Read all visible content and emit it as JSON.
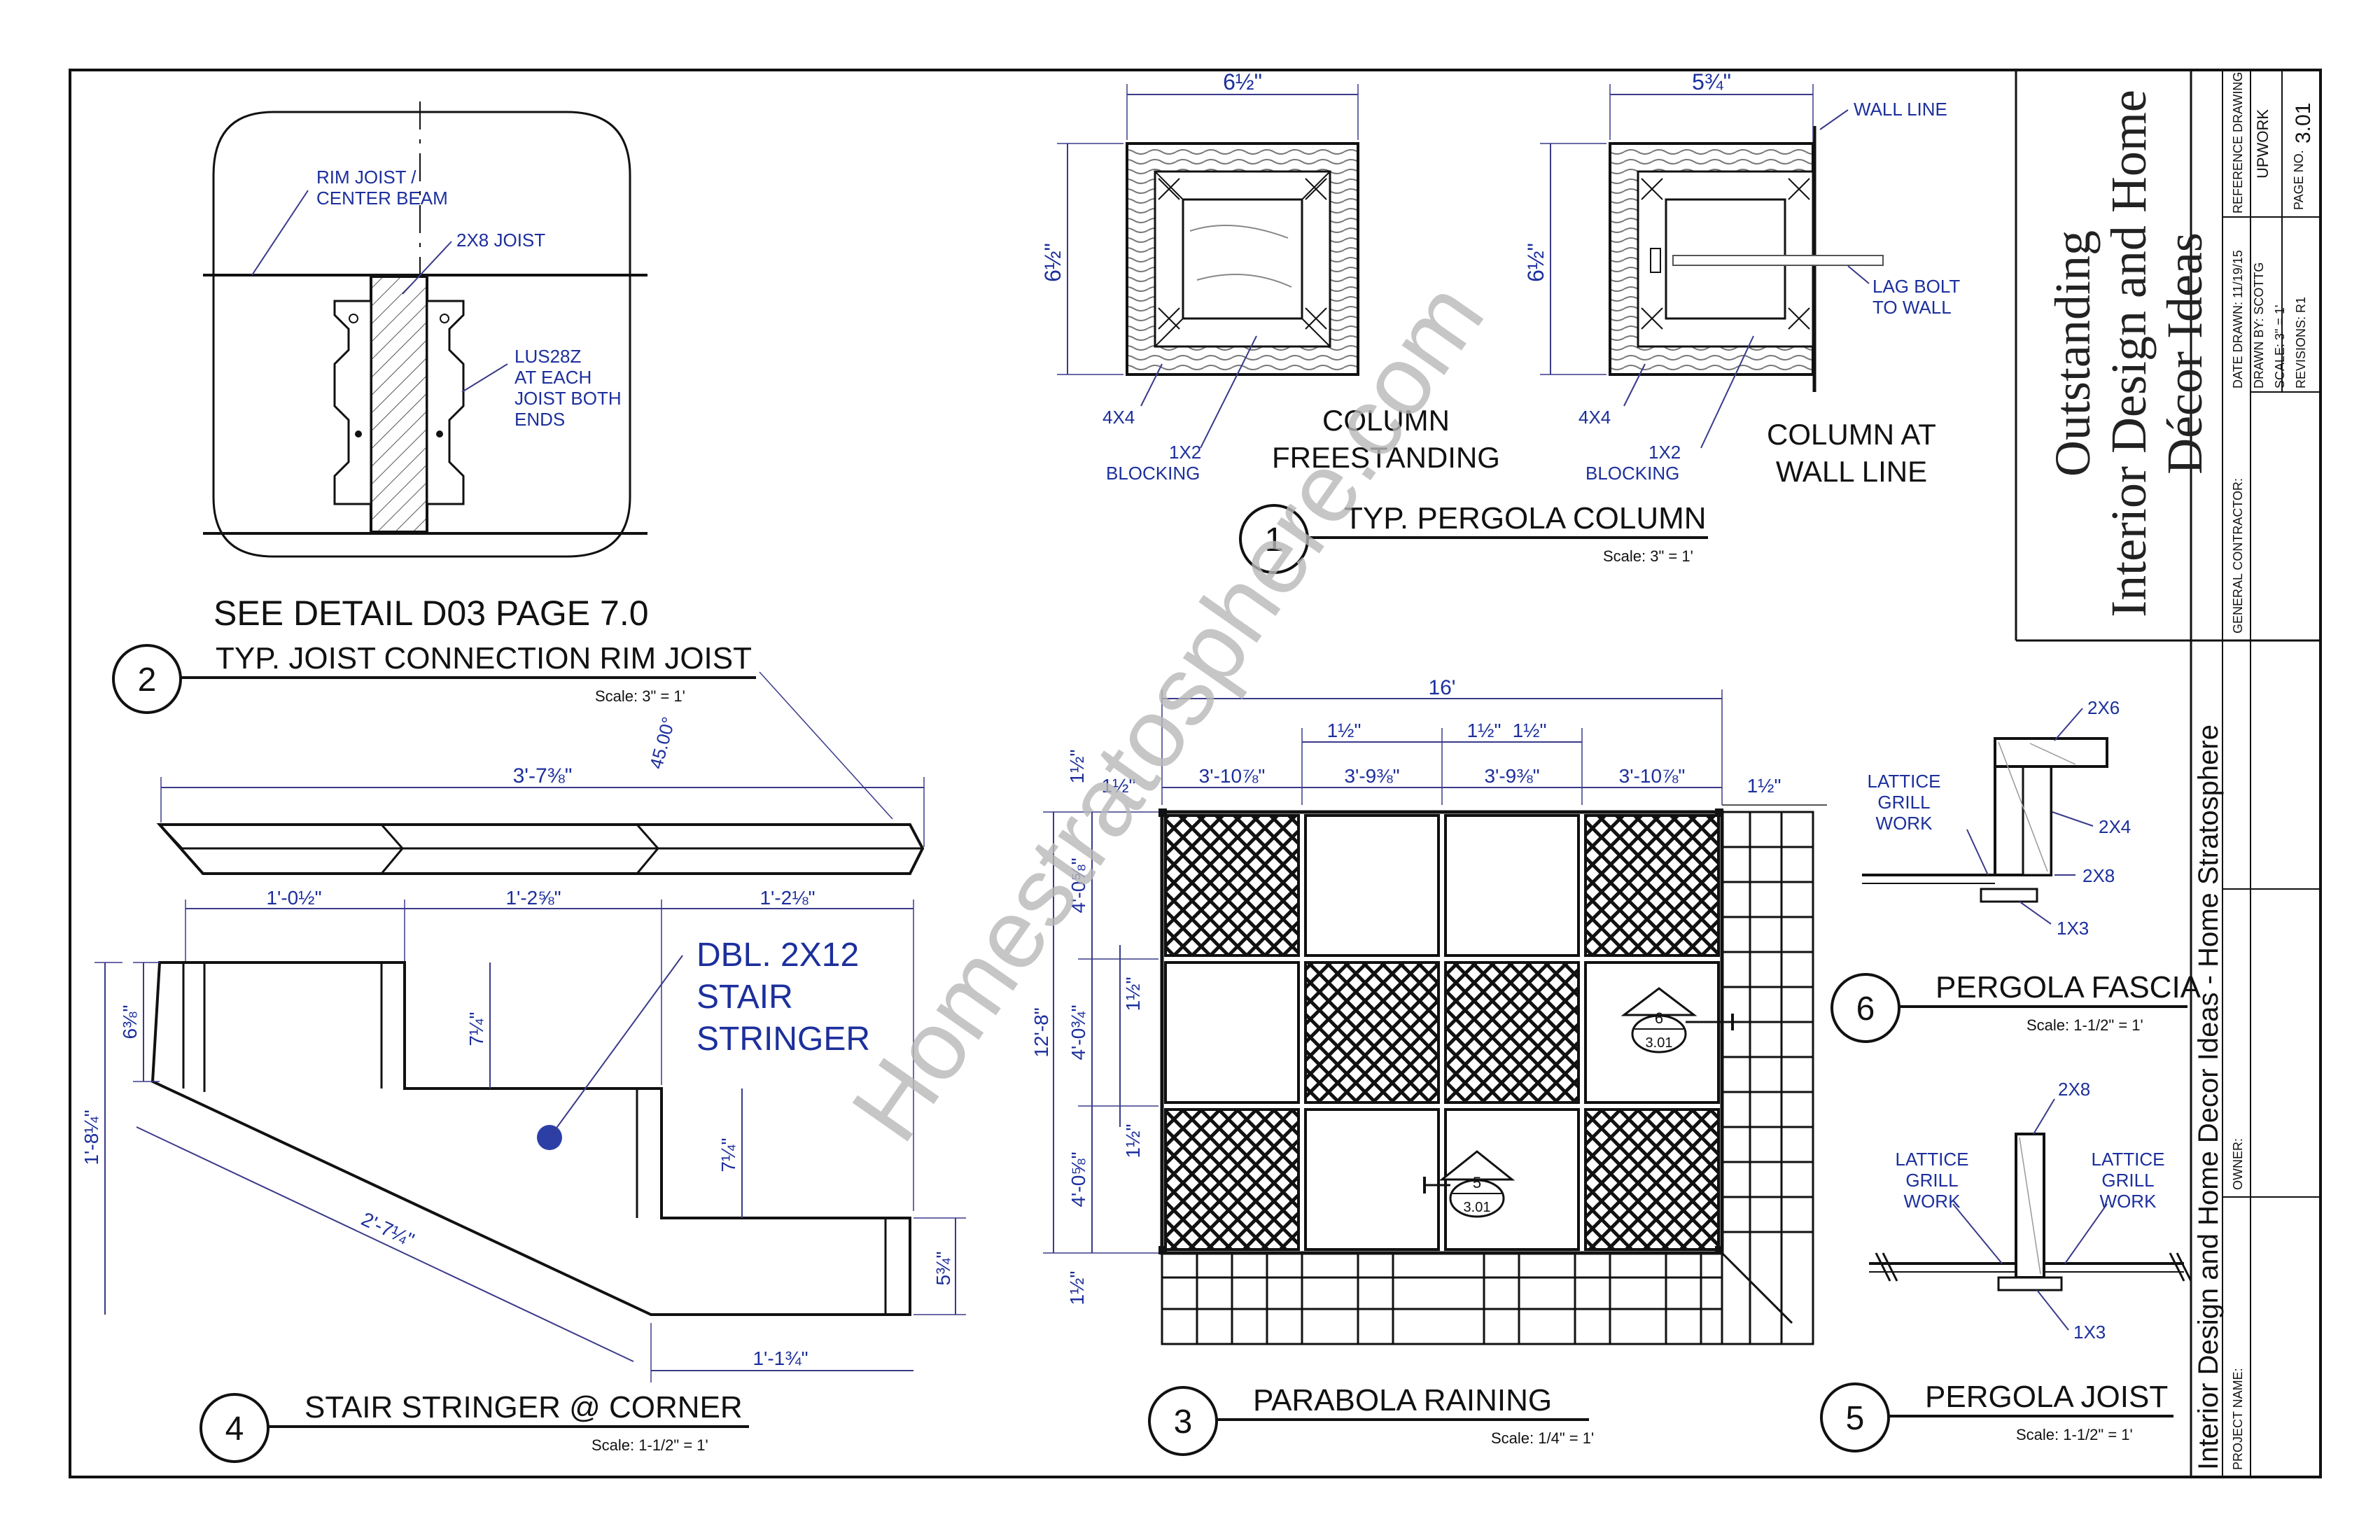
{
  "colors": {
    "ink": "#111111",
    "annotation": "#1c2f9c",
    "watermark": "#b8b8b8"
  },
  "watermark": "Homestratosphere.com",
  "title_block": {
    "title_line1": "Outstanding",
    "title_line2": "Interior Design and Home",
    "title_line3": "Décor Ideas",
    "reference_drawing": "REFERENCE DRAWING:",
    "reference_value": "UPWORK",
    "page_no_label": "PAGE NO.",
    "page_no": "3.01",
    "date_drawn": "DATE DRAWN: 11/19/15",
    "drawn_by": "DRAWN BY: SCOTTG",
    "scale": "SCALE: 3\" = 1'",
    "revisions": "REVISIONS: R1",
    "general_contractor": "GENERAL CONTRACTOR:",
    "project_vertical": "Interior Design and Home Decor Ideas - Home Stratosphere",
    "owner": "OWNER:",
    "project_name": "PROJECT NAME:"
  },
  "detail1": {
    "number": "1",
    "title": "TYP. PERGOLA COLUMN",
    "scale": "Scale:  3\" = 1'",
    "free_width": "6½\"",
    "free_height": "6½\"",
    "wall_width": "5¾\"",
    "wall_height": "6½\"",
    "free_label_1": "COLUMN",
    "free_label_2": "FREESTANDING",
    "wall_label_1": "COLUMN AT",
    "wall_label_2": "WALL LINE",
    "post_left": "4X4",
    "blocking_left_1": "1X2",
    "blocking_left_2": "BLOCKING",
    "post_right": "4X4",
    "blocking_right_1": "1X2",
    "blocking_right_2": "BLOCKING",
    "wall_line": "WALL LINE",
    "lag_bolt_1": "LAG BOLT",
    "lag_bolt_2": "TO WALL"
  },
  "detail2": {
    "number": "2",
    "title": "TYP. JOIST CONNECTION RIM JOIST",
    "scale": "Scale:  3\" = 1'",
    "see_detail": "SEE DETAIL D03 PAGE 7.0",
    "rim_1": "RIM JOIST /",
    "rim_2": "CENTER BEAM",
    "joist": "2X8 JOIST",
    "hanger_1": "LUS28Z",
    "hanger_2": "AT EACH",
    "hanger_3": "JOIST BOTH",
    "hanger_4": "ENDS"
  },
  "detail3": {
    "number": "3",
    "title": "PARABOLA RAINING",
    "scale": "Scale:  1/4\" = 1'",
    "overall_width": "16'",
    "gap_a": "1½\"",
    "gap_b": "1½\"",
    "gap_c": "1½\"",
    "gap_edge_left": "1½\"",
    "gap_edge_right": "1½\"",
    "bay_1": "3'-10⅞\"",
    "bay_2": "3'-9⅜\"",
    "bay_3": "3'-9⅜\"",
    "bay_4": "3'-10⅞\"",
    "overall_height": "12'-8\"",
    "row_1": "4'-0⅝\"",
    "row_2": "4'-0¾\"",
    "row_3": "4'-0⅝\"",
    "v_gap_top": "1½\"",
    "v_gap_1": "1½\"",
    "v_gap_2": "1½\"",
    "v_gap_bottom": "1½\"",
    "callout6_num": "6",
    "callout6_sheet": "3.01",
    "callout5_num": "5",
    "callout5_sheet": "3.01"
  },
  "detail4": {
    "number": "4",
    "title": "STAIR STRINGER @ CORNER",
    "scale": "Scale:  1-1/2\" = 1'",
    "top_length": "3'-7⅜\"",
    "angle": "45.00°",
    "tread_1": "1'-0½\"",
    "tread_2": "1'-2⅝\"",
    "tread_3": "1'-2⅛\"",
    "riser_left": "6⅜\"",
    "riser_1": "7¼\"",
    "riser_2": "7¼\"",
    "riser_end": "5¾\"",
    "total_height": "1'-8¼\"",
    "diagonal": "2'-7¼\"",
    "bottom_run": "1'-1¾\"",
    "label_1": "DBL. 2X12",
    "label_2": "STAIR",
    "label_3": "STRINGER"
  },
  "detail5": {
    "number": "5",
    "title": "PERGOLA JOIST",
    "scale": "Scale:  1-1/2\" = 1'",
    "member": "2X8",
    "bottom": "1X3",
    "left_1": "LATTICE",
    "left_2": "GRILL",
    "left_3": "WORK",
    "right_1": "LATTICE",
    "right_2": "GRILL",
    "right_3": "WORK"
  },
  "detail6": {
    "number": "6",
    "title": "PERGOLA FASCIA",
    "scale": "Scale:  1-1/2\" = 1'",
    "top": "2X6",
    "mid": "2X4",
    "low": "2X8",
    "bottom": "1X3",
    "lattice_1": "LATTICE",
    "lattice_2": "GRILL",
    "lattice_3": "WORK"
  }
}
